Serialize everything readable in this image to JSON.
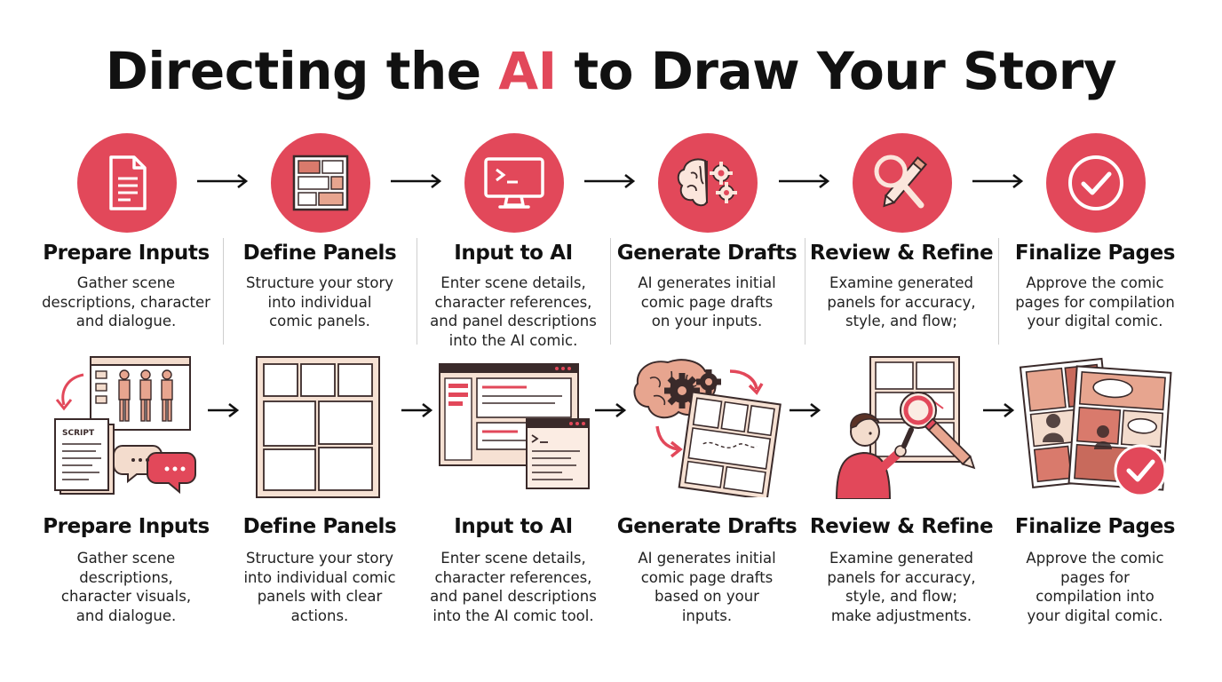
{
  "title": {
    "before": "Directing the ",
    "accent": "AI",
    "after": " to Draw Your Story"
  },
  "colors": {
    "accent": "#e2485a",
    "peach": "#f3dccd",
    "outline": "#3a2a2a"
  },
  "top_steps": [
    {
      "title": "Prepare Inputs",
      "desc": [
        "Gather scene",
        "descriptions, character",
        "and dialogue."
      ],
      "icon": "document-icon"
    },
    {
      "title": "Define Panels",
      "desc": [
        "Structure your story",
        "into individual",
        "comic panels."
      ],
      "icon": "panel-grid-icon"
    },
    {
      "title": "Input to AI",
      "desc": [
        "Enter scene details,",
        "character references,",
        "and panel descriptions",
        "into the AI comic."
      ],
      "icon": "terminal-monitor-icon"
    },
    {
      "title": "Generate Drafts",
      "desc": [
        "AI generates initial",
        "comic page drafts",
        "on your inputs."
      ],
      "icon": "brain-gears-icon"
    },
    {
      "title": "Review & Refine",
      "desc": [
        "Examine generated",
        "panels for accuracy,",
        "style, and flow;"
      ],
      "icon": "magnifier-pencil-icon"
    },
    {
      "title": "Finalize Pages",
      "desc": [
        "Approve the comic",
        "pages for compilation",
        "your digital comic."
      ],
      "icon": "checkmark-icon"
    }
  ],
  "bottom_steps": [
    {
      "title": "Prepare Inputs",
      "desc": [
        "Gather scene",
        "descriptions,",
        "character visuals,",
        "and dialogue."
      ]
    },
    {
      "title": "Define Panels",
      "desc": [
        "Structure your story",
        "into individual comic",
        "panels with clear",
        "actions."
      ]
    },
    {
      "title": "Input to AI",
      "desc": [
        "Enter scene details,",
        "character references,",
        "and panel descriptions",
        "into the AI comic tool."
      ]
    },
    {
      "title": "Generate Drafts",
      "desc": [
        "AI generates initial",
        "comic page drafts",
        "based on your",
        "inputs."
      ]
    },
    {
      "title": "Review & Refine",
      "desc": [
        "Examine generated",
        "panels for accuracy,",
        "style, and flow;",
        "make adjustments."
      ]
    },
    {
      "title": "Finalize Pages",
      "desc": [
        "Approve the comic",
        "pages for",
        "compilation into",
        "your digital comic."
      ]
    }
  ],
  "script_label": "SCRIPT"
}
